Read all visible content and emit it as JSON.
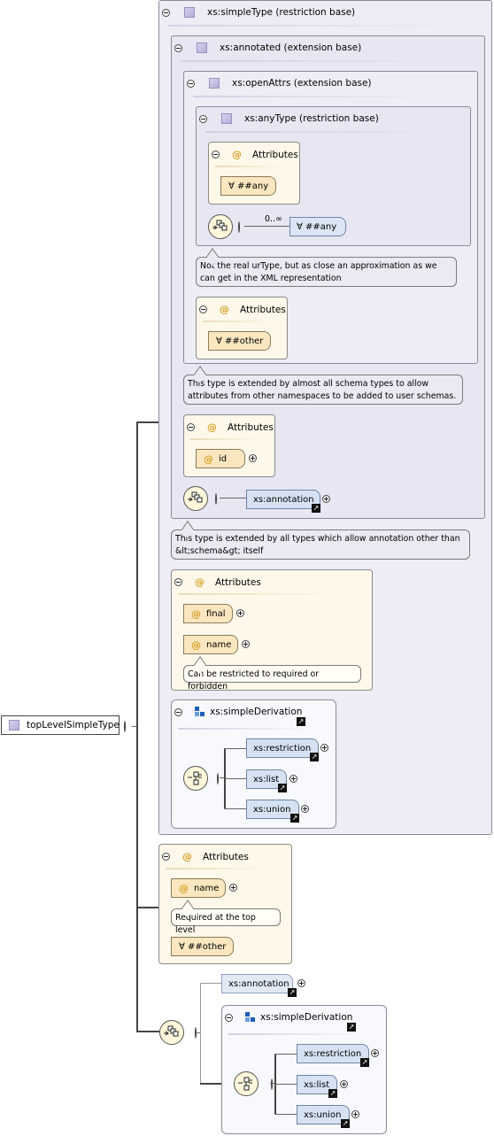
{
  "root": {
    "label": "topLevelSimpleType"
  },
  "simple_type": {
    "title": "xs:simpleType (restriction base)"
  },
  "annotated": {
    "title": "xs:annotated (extension base)"
  },
  "open_attrs": {
    "title": "xs:openAttrs (extension base)"
  },
  "any_type": {
    "title": "xs:anyType (restriction base)",
    "attributes_label": "Attributes",
    "any_attr": "∀ ##any",
    "occurs": "0..∞",
    "any_elem": "∀ ##any",
    "note": "Not the real urType, but as close an approximation as we can get in the XML representation"
  },
  "open_attrs_attributes": {
    "label": "Attributes",
    "other": "∀ ##other"
  },
  "open_attrs_note": "This type is extended by almost all schema types to allow attributes from other namespaces to be added to user schemas.",
  "annotated_attributes": {
    "label": "Attributes",
    "id": "id"
  },
  "annotated_elem": "xs:annotation",
  "annotated_note": "This type is extended by all types which allow annotation other than &lt;schema&gt; itself",
  "simple_type_attributes": {
    "label": "Attributes",
    "final": "final",
    "name": "name",
    "note": "Can be restricted to required or forbidden"
  },
  "simple_derivation_1": {
    "title": "xs:simpleDerivation",
    "restriction": "xs:restriction",
    "list": "xs:list",
    "union": "xs:union"
  },
  "top_attributes": {
    "label": "Attributes",
    "name": "name",
    "note": "Required at the top level",
    "other": "∀ ##other"
  },
  "top_annotation": "xs:annotation",
  "simple_derivation_2": {
    "title": "xs:simpleDerivation",
    "restriction": "xs:restriction",
    "list": "xs:list",
    "union": "xs:union"
  }
}
